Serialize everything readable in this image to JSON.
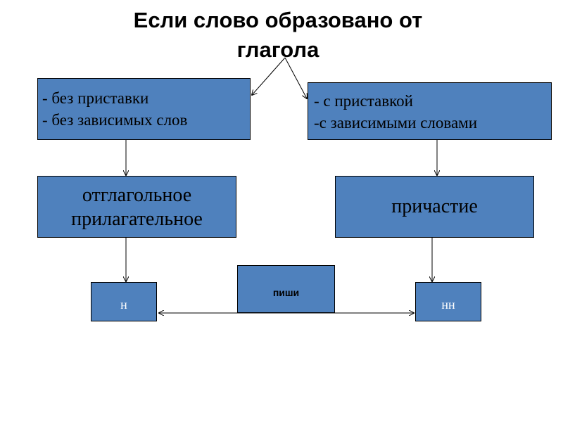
{
  "title": {
    "line1": "Если слово образовано от",
    "line2": "глагола"
  },
  "left_condition": {
    "item1": "- без приставки",
    "item2": "- без зависимых слов"
  },
  "right_condition": {
    "item1": "- с приставкой",
    "item2": "-с зависимыми словами"
  },
  "adjective": {
    "line1": "отглагольное",
    "line2": "прилагательное"
  },
  "participle": {
    "label": "причастие"
  },
  "write": {
    "label": "пиши"
  },
  "single_n": {
    "label": "н"
  },
  "double_n": {
    "label": "нн"
  }
}
